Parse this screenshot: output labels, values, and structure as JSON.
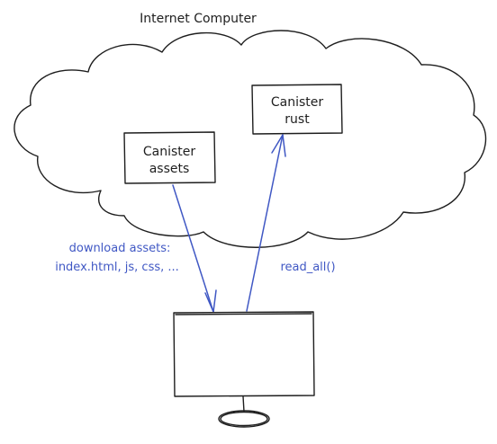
{
  "diagram": {
    "title": "Internet Computer",
    "canister_assets": {
      "line1": "Canister",
      "line2": "assets"
    },
    "canister_rust": {
      "line1": "Canister",
      "line2": "rust"
    },
    "download_label": {
      "line1": "download assets:",
      "line2": "index.html, js, css, ..."
    },
    "read_label": "read_all()",
    "colors": {
      "stroke": "#1e1e1e",
      "accent": "#4058c4"
    }
  }
}
